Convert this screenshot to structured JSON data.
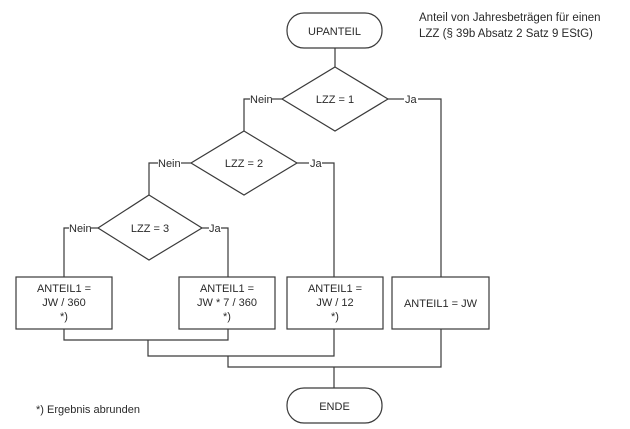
{
  "title_note": {
    "line1": "Anteil von Jahresbeträgen für einen",
    "line2": "LZZ (§ 39b Absatz 2 Satz 9 EStG)"
  },
  "start": {
    "label": "UPANTEIL"
  },
  "end": {
    "label": "ENDE"
  },
  "decisions": [
    {
      "label": "LZZ = 1",
      "no": "Nein",
      "yes": "Ja"
    },
    {
      "label": "LZZ = 2",
      "no": "Nein",
      "yes": "Ja"
    },
    {
      "label": "LZZ = 3",
      "no": "Nein",
      "yes": "Ja"
    }
  ],
  "processes": [
    {
      "lines": [
        "ANTEIL1 =",
        "JW / 360",
        "*)"
      ]
    },
    {
      "lines": [
        "ANTEIL1 =",
        "JW * 7 / 360",
        "*)"
      ]
    },
    {
      "lines": [
        "ANTEIL1 =",
        "JW / 12",
        "*)"
      ]
    },
    {
      "lines": [
        "ANTEIL1 = JW"
      ]
    }
  ],
  "footnote": "*) Ergebnis abrunden"
}
